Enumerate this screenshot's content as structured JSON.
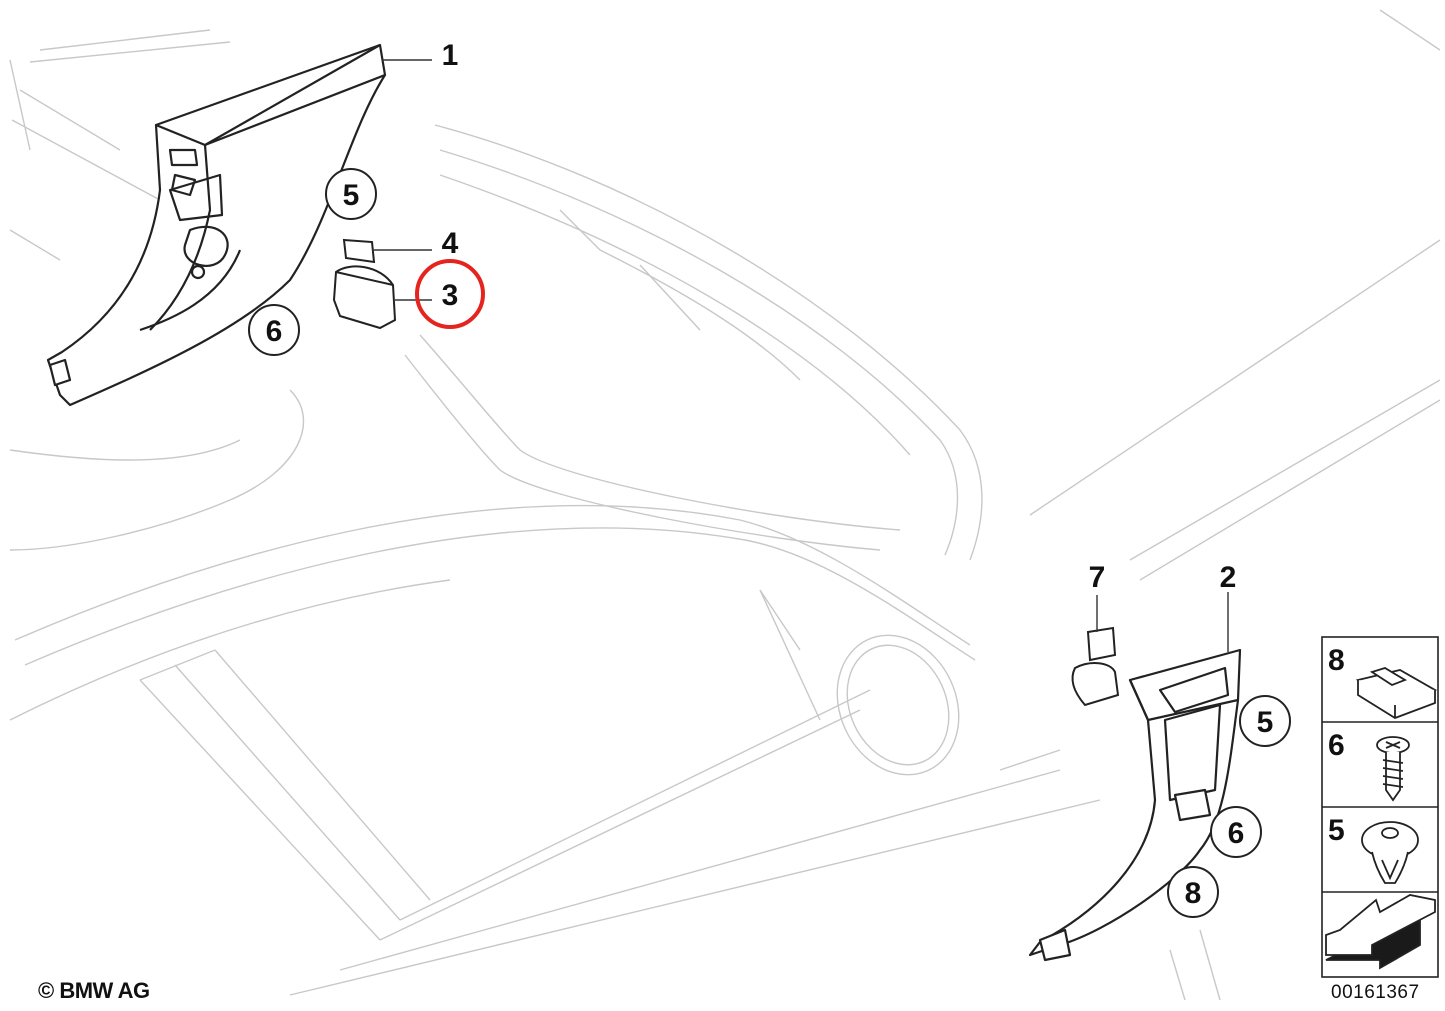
{
  "copyright": "© BMW AG",
  "diagram_number": "00161367",
  "highlight_color": "#e52420",
  "callouts": [
    {
      "id": "1",
      "label": "1",
      "circled": false
    },
    {
      "id": "5a",
      "label": "5",
      "circled": true
    },
    {
      "id": "4",
      "label": "4",
      "circled": false
    },
    {
      "id": "3",
      "label": "3",
      "circled": false,
      "highlighted": true
    },
    {
      "id": "6a",
      "label": "6",
      "circled": true
    },
    {
      "id": "7",
      "label": "7",
      "circled": false
    },
    {
      "id": "2",
      "label": "2",
      "circled": false
    },
    {
      "id": "5b",
      "label": "5",
      "circled": true
    },
    {
      "id": "6b",
      "label": "6",
      "circled": true
    },
    {
      "id": "8",
      "label": "8",
      "circled": true
    }
  ],
  "fastener_legend": [
    {
      "label": "8",
      "icon": "clip-icon"
    },
    {
      "label": "6",
      "icon": "screw-icon"
    },
    {
      "label": "5",
      "icon": "expanding-rivet-icon"
    },
    {
      "label": "",
      "icon": "direction-arrow-icon"
    }
  ]
}
